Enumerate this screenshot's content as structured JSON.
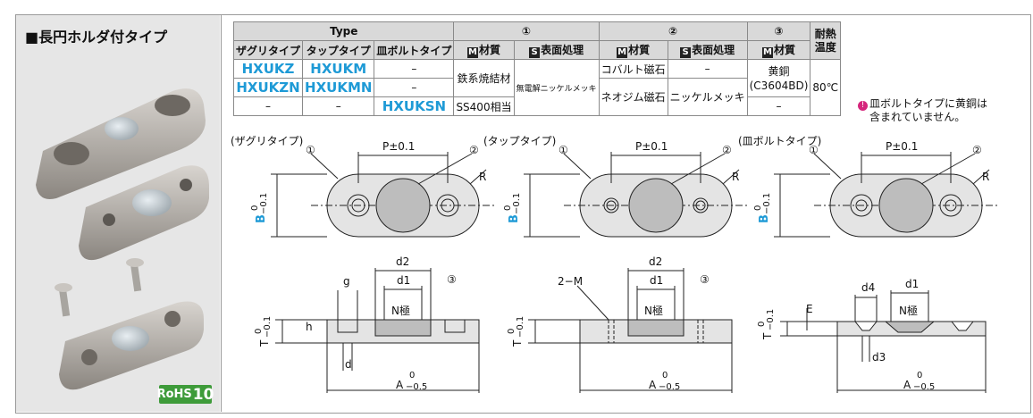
{
  "left_panel": {
    "title": "■長円ホルダ付タイプ",
    "rohs_label": "RoHS",
    "rohs_num": "10"
  },
  "table": {
    "type_header": "Type",
    "group1": "①",
    "group2": "②",
    "group3": "③",
    "heat_line1": "耐熱",
    "heat_line2": "温度",
    "col_zaguri": "ザグリタイプ",
    "col_tap": "タップタイプ",
    "col_sara": "皿ボルトタイプ",
    "col_material": "材質",
    "col_surface": "表面処理",
    "icon_m": "M",
    "icon_s": "S",
    "r1_zaguri": "HXUKZ",
    "r1_tap": "HXUKM",
    "r1_sara": "–",
    "r2_zaguri": "HXUKZN",
    "r2_tap": "HXUKMN",
    "r2_sara": "–",
    "r3_zaguri": "–",
    "r3_tap": "–",
    "r3_sara": "HXUKSN",
    "m1_material": "鉄系焼結材",
    "m1_material_r3": "SS400相当",
    "m1_surface": "無電解ニッケルメッキ",
    "m2_material_r1": "コバルト磁石",
    "m2_surface_r1": "–",
    "m2_material_r2": "ネオジム磁石",
    "m2_surface_r2": "ニッケルメッキ",
    "m3_material_r12": "黄銅",
    "m3_material_sub": "(C3604BD)",
    "m3_material_r3": "–",
    "heat_value": "80℃"
  },
  "note": {
    "line1": "皿ボルトタイプに黄銅は",
    "line2": "含まれていません。"
  },
  "drawings": {
    "zaguri_caption": "(ザグリタイプ)",
    "tap_caption": "(タップタイプ)",
    "sara_caption": "(皿ボルトタイプ)",
    "p_dim": "P±0.1",
    "r_label": "R",
    "b_label": "B",
    "t_label": "T",
    "tol_zero": "0",
    "tol_neg01": "−0.1",
    "tol_neg05": "−0.5",
    "c1": "①",
    "c2": "②",
    "c3": "③",
    "a_label": "A",
    "d2": "d2",
    "d1": "d1",
    "d": "d",
    "g": "g",
    "h": "h",
    "n_pole": "N極",
    "two_m": "2−M",
    "d4": "d4",
    "d3": "d3",
    "e": "E"
  }
}
